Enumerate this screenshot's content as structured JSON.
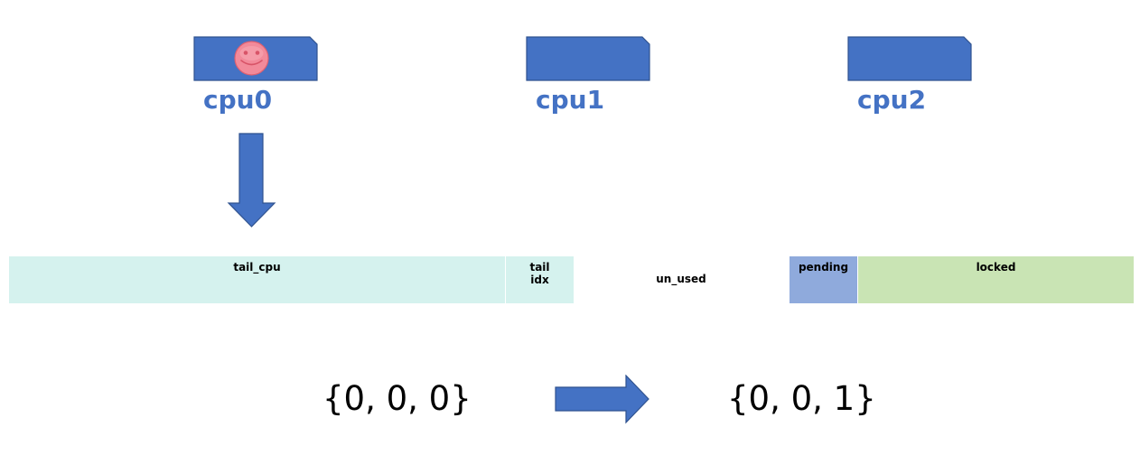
{
  "cpus": [
    {
      "label": "cpu0",
      "has_smiley": true
    },
    {
      "label": "cpu1",
      "has_smiley": false
    },
    {
      "label": "cpu2",
      "has_smiley": false
    }
  ],
  "fields": {
    "tail_cpu": "tail_cpu",
    "tail_idx_line1": "tail",
    "tail_idx_line2": "idx",
    "un_used": "un_used",
    "pending": "pending",
    "locked": "locked"
  },
  "transition": {
    "from": "{0, 0, 0}",
    "to": "{0, 0, 1}"
  },
  "colors": {
    "card_fill": "#4472c4",
    "card_stroke": "#2f528f",
    "cpu_label": "#4472c4",
    "tail_cpu": "#d5f2ee",
    "tail_idx": "#d5f2ee",
    "pending": "#8faadc",
    "locked": "#c9e4b4",
    "smiley": "#f28a9a"
  },
  "icons": {
    "card": "cpu-card-icon",
    "smiley": "smiley-face-icon",
    "down_arrow": "down-arrow-icon",
    "right_arrow": "right-arrow-icon"
  }
}
